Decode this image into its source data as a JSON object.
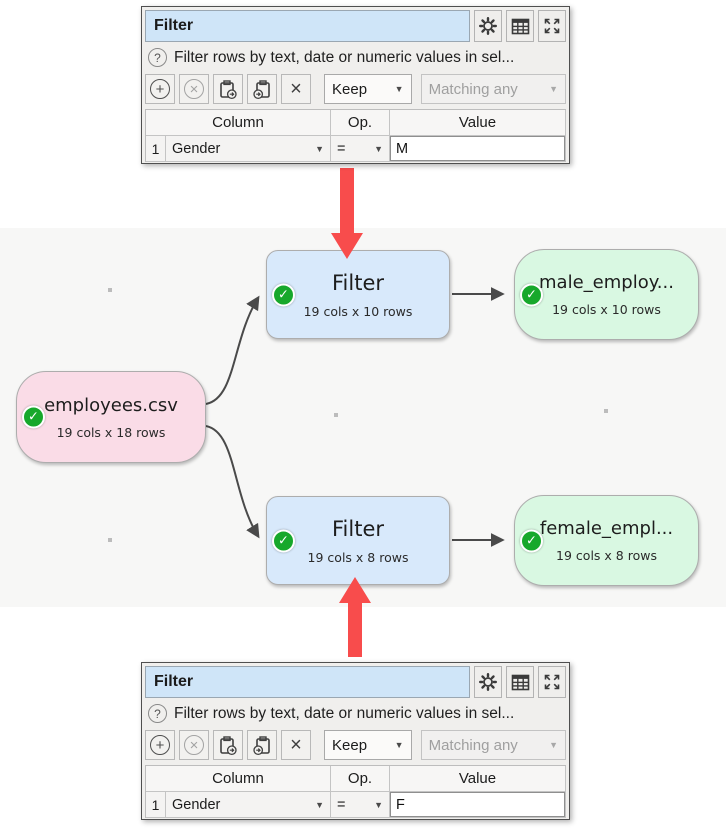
{
  "colors": {
    "arrow_red": "#f84c4c",
    "node_pink": "#fadce7",
    "node_blue": "#d8e9fb",
    "node_green": "#d9f8e2",
    "check_green": "#17a82b",
    "title_field_blue": "#cfe5f8",
    "connector_gray": "#4a4a4a"
  },
  "panels": {
    "top": {
      "title": "Filter",
      "help_text": "Filter rows by text, date or numeric values in sel...",
      "keep_dropdown": "Keep",
      "matching_dropdown": "Matching any",
      "table": {
        "headers": {
          "column": "Column",
          "op": "Op.",
          "value": "Value"
        },
        "row": {
          "num": "1",
          "column": "Gender",
          "op": "=",
          "value": "M"
        }
      }
    },
    "bottom": {
      "title": "Filter",
      "help_text": "Filter rows by text, date or numeric values in sel...",
      "keep_dropdown": "Keep",
      "matching_dropdown": "Matching any",
      "table": {
        "headers": {
          "column": "Column",
          "op": "Op.",
          "value": "Value"
        },
        "row": {
          "num": "1",
          "column": "Gender",
          "op": "=",
          "value": "F"
        }
      }
    }
  },
  "canvas": {
    "nodes": [
      {
        "label": "employees.csv",
        "sublabel": "19 cols x 18 rows"
      },
      {
        "label": "Filter",
        "sublabel": "19 cols x 10 rows"
      },
      {
        "label": "male_employ...",
        "sublabel": "19 cols x 10 rows"
      },
      {
        "label": "Filter",
        "sublabel": "19 cols x 8 rows"
      },
      {
        "label": "female_empl...",
        "sublabel": "19 cols x 8 rows"
      }
    ],
    "check_glyph": "✓"
  }
}
